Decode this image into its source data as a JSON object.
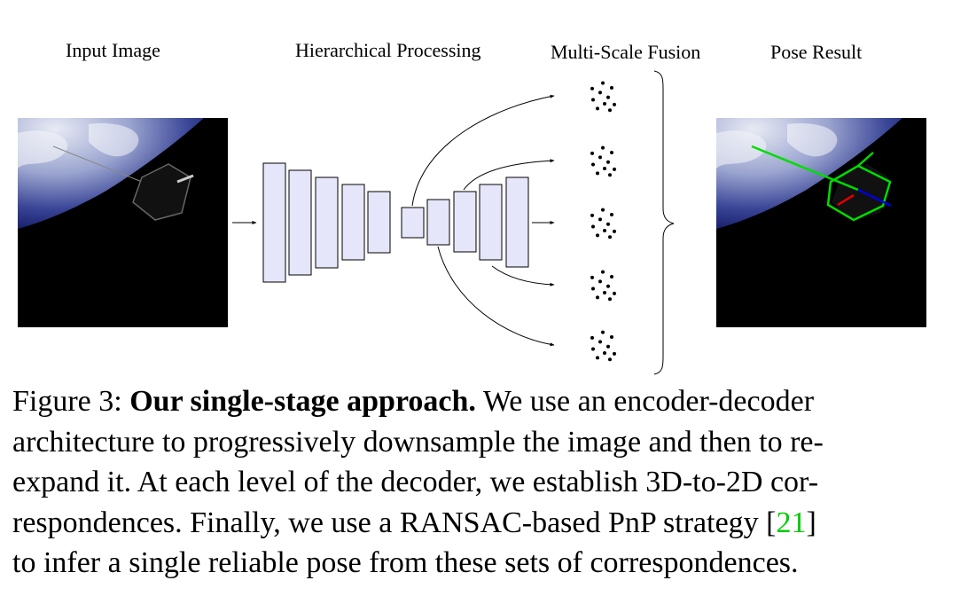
{
  "figure": {
    "stage_labels": {
      "input": "Input Image",
      "hierarchical": "Hierarchical Processing",
      "fusion": "Multi-Scale Fusion",
      "pose": "Pose Result"
    },
    "colors": {
      "layer_fill": "#e6e6fa",
      "space": "#000000",
      "earth_blue": "#2e3a8c",
      "pose_box": "#00dd00",
      "axis_x": "#dd0000",
      "axis_z": "#0000dd",
      "citation": "#00cc00"
    }
  },
  "caption": {
    "prefix": "Figure 3: ",
    "lead": "Our single-stage approach.",
    "line1_rest": " We use an encoder-decoder",
    "line2": "architecture to progressively downsample the image and then to re-",
    "line3": "expand it. At each level of the decoder, we establish 3D-to-2D cor-",
    "line4_pre": "respondences. Finally, we use a RANSAC-based PnP strategy [",
    "citation": "21",
    "line4_post": "]",
    "line5": "to infer a single reliable pose from these sets of correspondences."
  }
}
